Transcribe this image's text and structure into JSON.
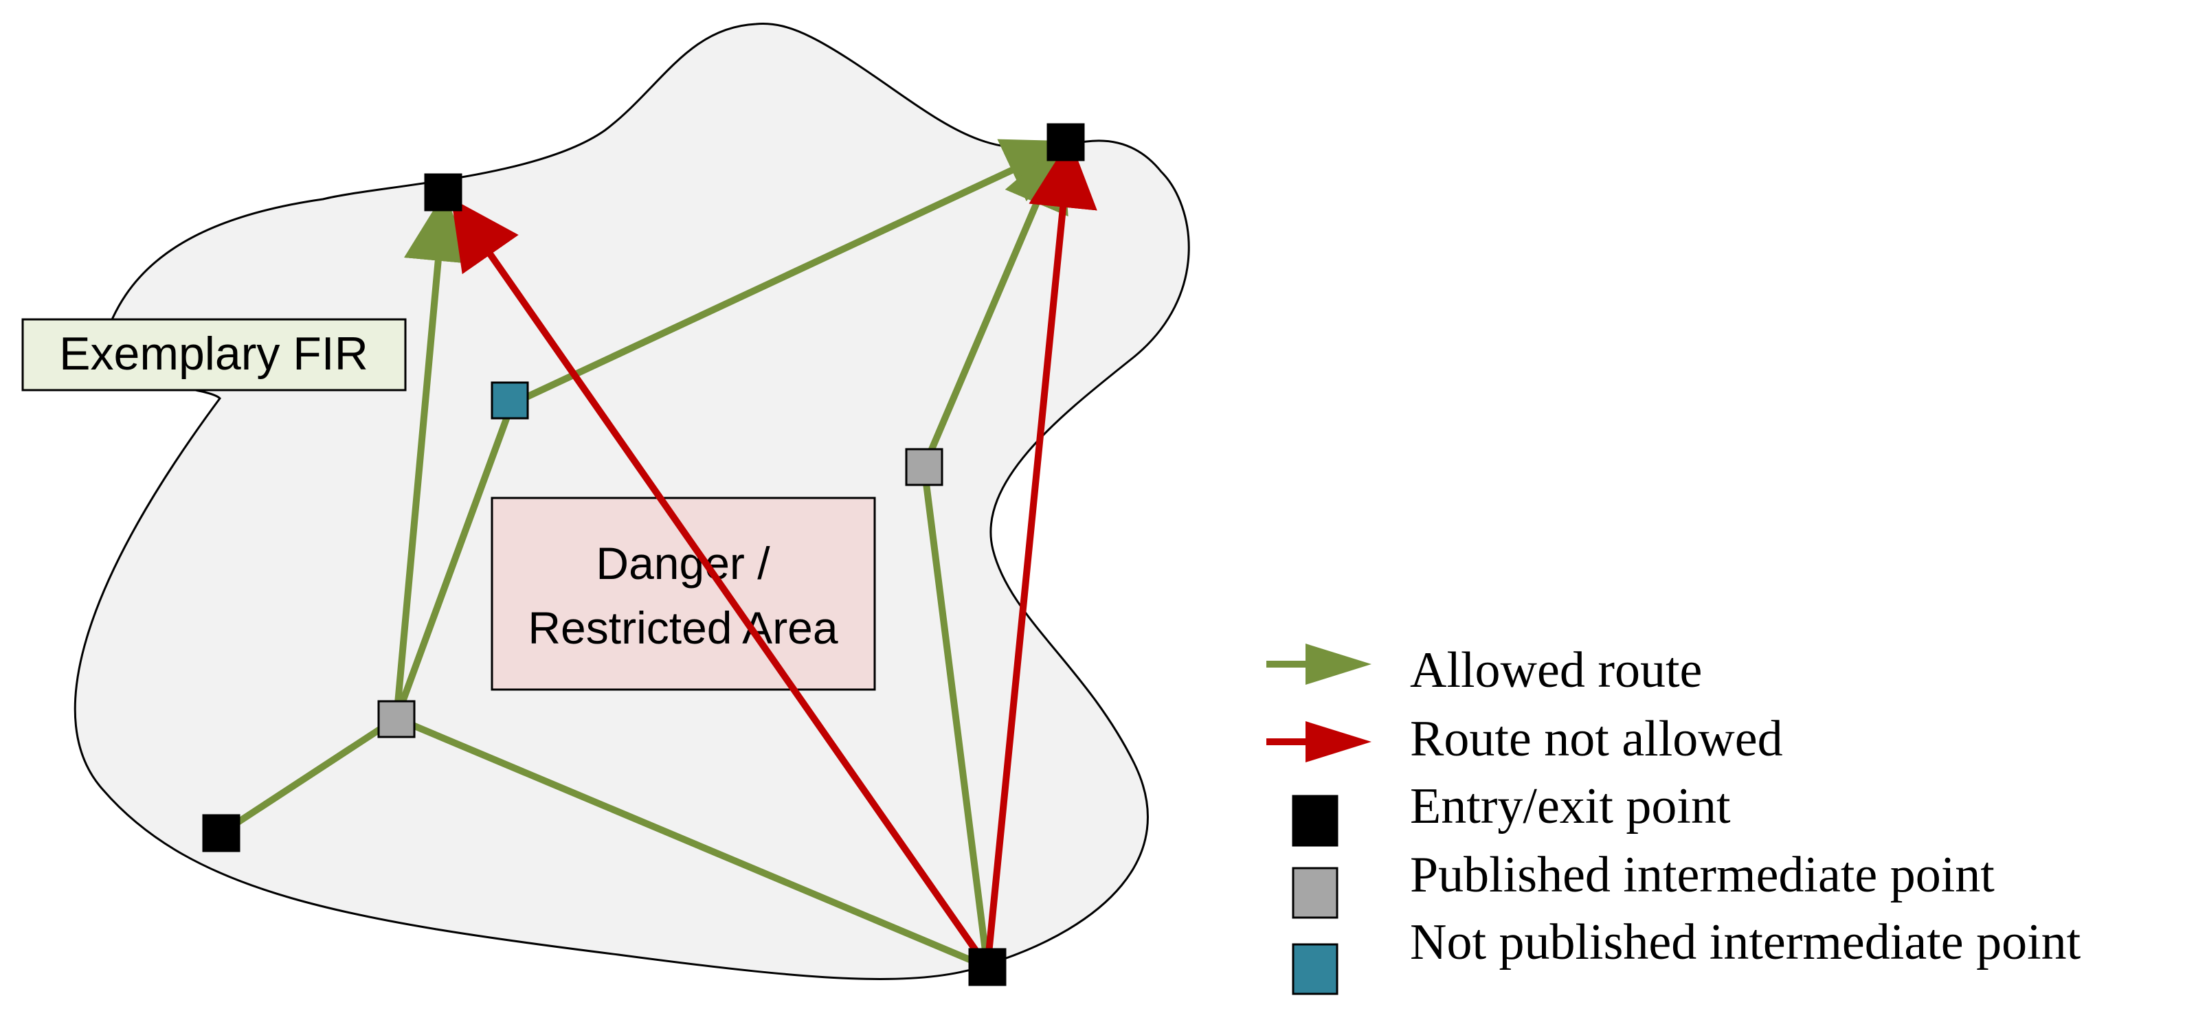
{
  "fir_label": "Exemplary FIR",
  "restricted_area": {
    "line1": "Danger /",
    "line2": "Restricted Area"
  },
  "legend": [
    {
      "kind": "arrow",
      "color": "#76923c",
      "label": "Allowed route"
    },
    {
      "kind": "arrow",
      "color": "#c00000",
      "label": "Route not allowed"
    },
    {
      "kind": "square",
      "color": "#000000",
      "label": "Entry/exit point"
    },
    {
      "kind": "square",
      "color": "#a6a6a6",
      "label": "Published intermediate point"
    },
    {
      "kind": "square",
      "color": "#31849b",
      "label": "Not published intermediate point"
    }
  ],
  "colors": {
    "allowed": "#76923c",
    "not_allowed": "#c00000",
    "entry_exit": "#000000",
    "published": "#a6a6a6",
    "not_published": "#31849b",
    "fir_fill": "#f2f2f2",
    "fir_label_fill": "#ebf1de",
    "restricted_fill": "#f2dcdb"
  }
}
